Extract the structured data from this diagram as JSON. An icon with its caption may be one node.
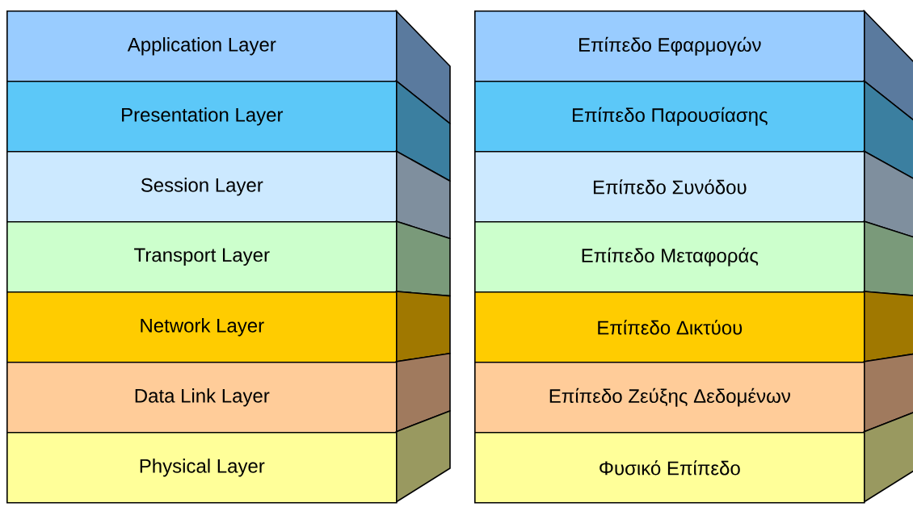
{
  "diagram": {
    "nodes": [
      {
        "text": [
          "Application Layer"
        ]
      },
      {
        "text": [
          "Presentation Layer"
        ]
      },
      {
        "text": [
          "Session Layer"
        ]
      },
      {
        "text": [
          "Transport Layer"
        ]
      },
      {
        "text": [
          "Network Layer"
        ]
      },
      {
        "text": [
          "Data Link Layer"
        ]
      },
      {
        "text": [
          "Physical Layer"
        ]
      },
      {
        "text": [
          "Επίπεδο Εφαρμογών"
        ]
      },
      {
        "text": [
          "Επίπεδο Παρουσίασης"
        ]
      },
      {
        "text": [
          "Επίπεδο Συνόδου"
        ]
      },
      {
        "text": [
          "Επίπεδο Μεταφοράς"
        ]
      },
      {
        "text": [
          "Επίπεδο Δικτύου"
        ]
      },
      {
        "text": [
          "Επίπεδο Ζεύξης Δεδομένων"
        ]
      },
      {
        "text": [
          "Φυσικό Επίπεδο"
        ]
      }
    ]
  }
}
